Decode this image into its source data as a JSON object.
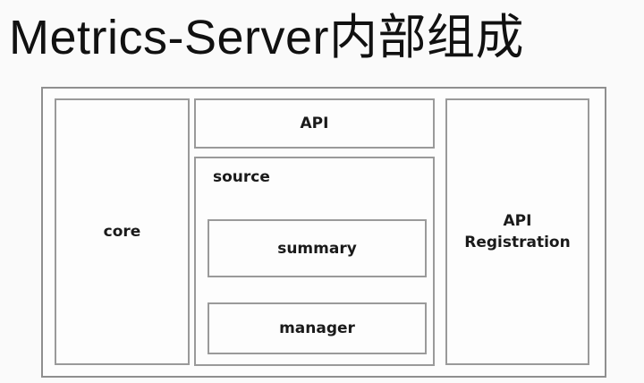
{
  "title": "Metrics-Server内部组成",
  "diagram": {
    "core": "core",
    "api": "API",
    "source": "source",
    "summary": "summary",
    "manager": "manager",
    "api_registration_line1": "API",
    "api_registration_line2": "Registration"
  }
}
